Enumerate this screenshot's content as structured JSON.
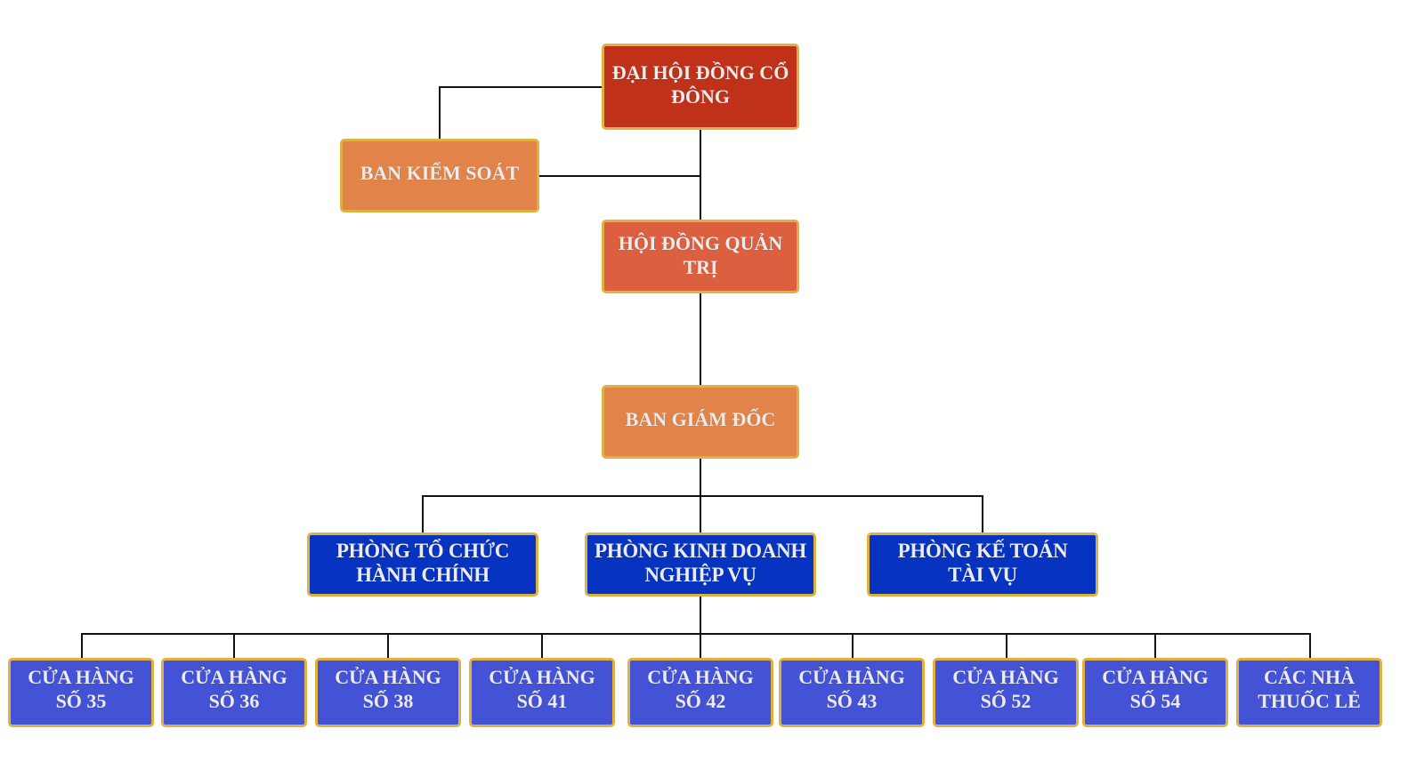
{
  "diagram": {
    "type": "org-chart",
    "colors": {
      "shareholders": "#c0311a",
      "supervisory": "#e2844a",
      "board": "#dc603f",
      "directors": "#e2844a",
      "departments": "#0633c0",
      "stores": "#4452d6",
      "border": "#e0b040",
      "text": "#ececec",
      "connector": "#111111"
    },
    "nodes": {
      "shareholders": {
        "line1": "ĐẠI HỘI ĐỒNG CỔ",
        "line2": "ĐÔNG"
      },
      "supervisory": {
        "line1": "BAN KIỂM SOÁT"
      },
      "board": {
        "line1": "HỘI ĐỒNG QUẢN",
        "line2": "TRỊ"
      },
      "directors": {
        "line1": "BAN GIÁM ĐỐC"
      },
      "departments": [
        {
          "line1": "PHÒNG TỔ CHỨC",
          "line2": "HÀNH CHÍNH"
        },
        {
          "line1": "PHÒNG KINH DOANH",
          "line2": "NGHIỆP VỤ"
        },
        {
          "line1": "PHÒNG KẾ TOÁN",
          "line2": "TÀI VỤ"
        }
      ],
      "stores": [
        {
          "line1": "CỬA HÀNG",
          "line2": "SỐ 35"
        },
        {
          "line1": "CỬA HÀNG",
          "line2": "SỐ 36"
        },
        {
          "line1": "CỬA HÀNG",
          "line2": "SỐ 38"
        },
        {
          "line1": "CỬA HÀNG",
          "line2": "SỐ 41"
        },
        {
          "line1": "CỬA HÀNG",
          "line2": "SỐ 42"
        },
        {
          "line1": "CỬA HÀNG",
          "line2": "SỐ 43"
        },
        {
          "line1": "CỬA HÀNG",
          "line2": "SỐ 52"
        },
        {
          "line1": "CỬA HÀNG",
          "line2": "SỐ 54"
        },
        {
          "line1": "CÁC NHÀ",
          "line2": "THUỐC LẺ"
        }
      ]
    }
  }
}
